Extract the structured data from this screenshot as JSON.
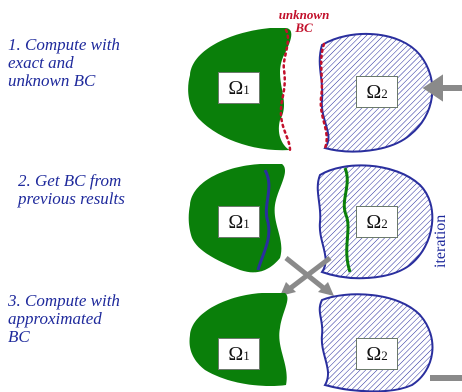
{
  "steps": [
    {
      "text": "1. Compute with\nexact and\nunknown BC"
    },
    {
      "text": "2. Get BC from\nprevious results"
    },
    {
      "text": "3. Compute with\napproximated\nBC"
    }
  ],
  "unknown_bc_label": "unknown\nBC",
  "iteration_label": "iteration",
  "domains": {
    "omega": "Ω",
    "sub1": "1",
    "sub2": "2"
  },
  "colors": {
    "green": "#0a7f0a",
    "blue": "#2a2f9e",
    "red": "#c2102b",
    "gray": "#8a8a8a",
    "text": "#1f2a9c"
  }
}
